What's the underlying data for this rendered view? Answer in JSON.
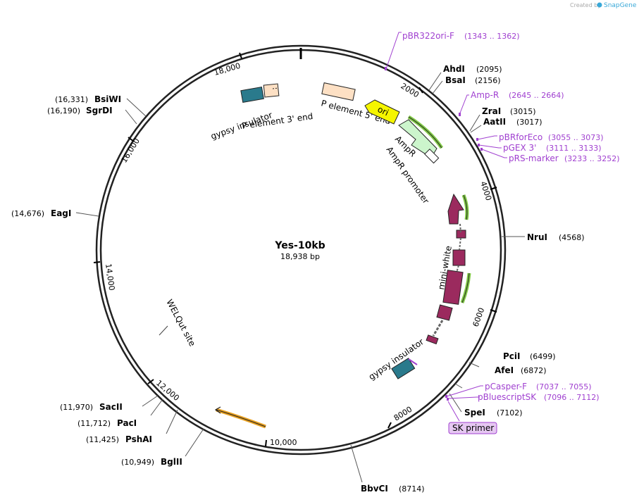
{
  "credit": {
    "created_by": "Created by",
    "brand": "SnapGene"
  },
  "plasmid": {
    "name": "Yes-10kb",
    "length": "18,938 bp"
  },
  "enzymes": [
    {
      "name": "AhdI",
      "pos": "(2095)"
    },
    {
      "name": "BsaI",
      "pos": "(2156)"
    },
    {
      "name": "ZraI",
      "pos": "(3015)"
    },
    {
      "name": "AatII",
      "pos": "(3017)"
    },
    {
      "name": "NruI",
      "pos": "(4568)"
    },
    {
      "name": "PciI",
      "pos": "(6499)"
    },
    {
      "name": "AfeI",
      "pos": "(6872)"
    },
    {
      "name": "SpeI",
      "pos": "(7102)"
    },
    {
      "name": "BbvCI",
      "pos": "(8714)"
    },
    {
      "name": "BglII",
      "pos": "(10,949)"
    },
    {
      "name": "PshAI",
      "pos": "(11,425)"
    },
    {
      "name": "PacI",
      "pos": "(11,712)"
    },
    {
      "name": "SacII",
      "pos": "(11,970)"
    },
    {
      "name": "EagI",
      "pos": "(14,676)"
    },
    {
      "name": "SgrDI",
      "pos": "(16,190)"
    },
    {
      "name": "BsiWI",
      "pos": "(16,331)"
    }
  ],
  "primers": [
    {
      "name": "pBR322ori-F",
      "range": "(1343 .. 1362)"
    },
    {
      "name": "Amp-R",
      "range": "(2645 .. 2664)"
    },
    {
      "name": "pBRforEco",
      "range": "(3055 .. 3073)"
    },
    {
      "name": "pGEX 3'",
      "range": "(3111 .. 3133)"
    },
    {
      "name": "pRS-marker",
      "range": "(3233 .. 3252)"
    },
    {
      "name": "pCasper-F",
      "range": "(7037 .. 7055)"
    },
    {
      "name": "pBluescriptSK",
      "range": "(7096 .. 7112)"
    },
    {
      "name": "SK primer",
      "range": ""
    }
  ],
  "features": {
    "gypsy_insulator_1": "gypsy insulator",
    "p_element_3": "P element 3' end",
    "p_element_5": "P element 5' end",
    "ori": "ori",
    "ampr": "AmpR",
    "ampr_promoter": "AmpR promoter",
    "mini_white": "mini-white",
    "gypsy_insulator_2": "gypsy insulator",
    "welqut": "WELQut site"
  },
  "ticks": [
    "2000",
    "4000",
    "6000",
    "8000",
    "10,000",
    "12,000",
    "14,000",
    "16,000",
    "18,000"
  ],
  "colors": {
    "gypsy": "#2a7a8c",
    "p_element": "#fde0c4",
    "ori": "#f5f500",
    "ampr": "#ccf5cc",
    "mini_white": "#9b2a5e",
    "primer": "#a040d0",
    "orf": "#7fc844",
    "orf_orange": "#e8a020"
  }
}
